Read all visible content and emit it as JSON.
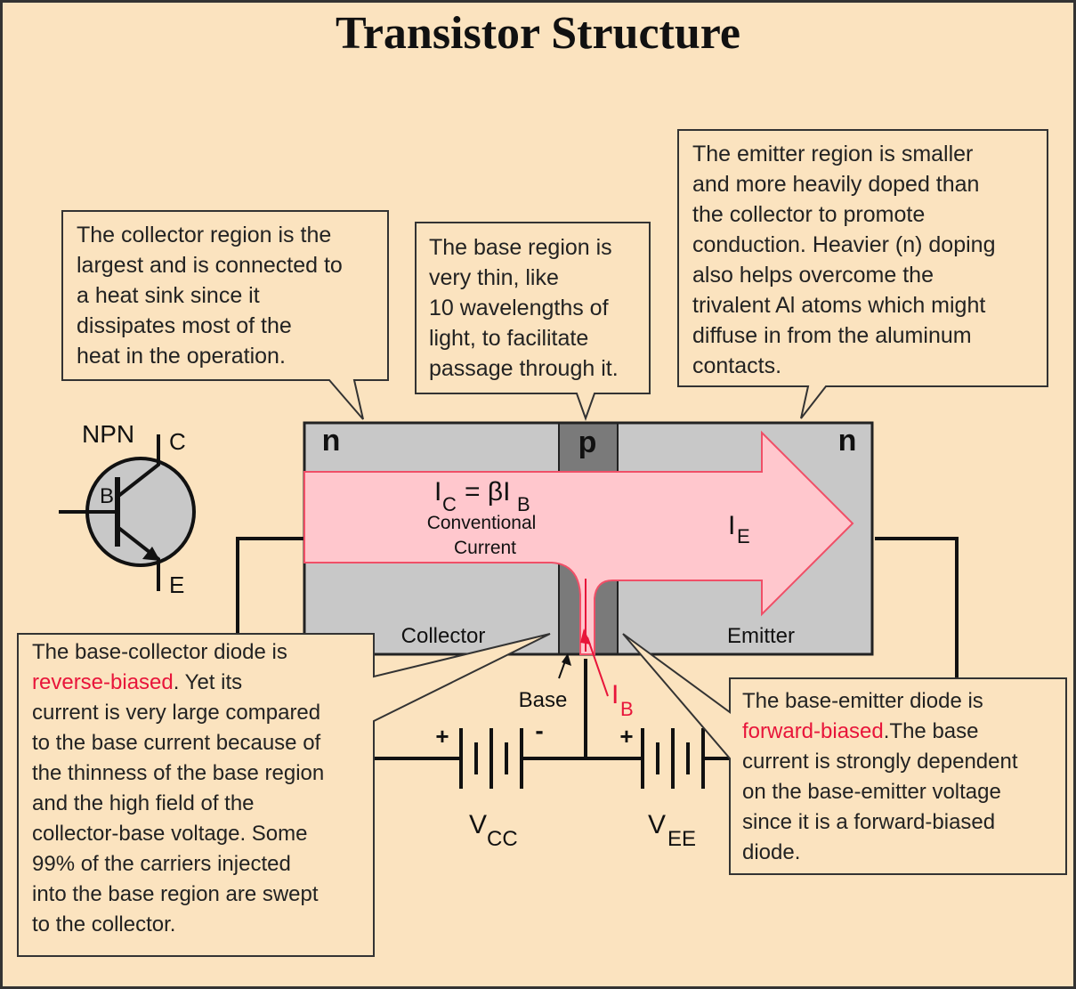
{
  "title": "Transistor Structure",
  "colors": {
    "background": "#fbe3bf",
    "callout_fill": "#fbe3bf",
    "n_region": "#c8c8c8",
    "p_region": "#7a7a7a",
    "current_arrow": "#ffc7cd",
    "current_arrow_stroke": "#f04f67",
    "highlight": "#e8153a"
  },
  "callouts": {
    "collector": {
      "lines": [
        "The collector region is the",
        "largest and is connected to",
        "a heat sink since it",
        "dissipates most of the",
        "heat in the operation."
      ]
    },
    "base": {
      "lines": [
        "The base region is",
        "very thin, like",
        "10 wavelengths of",
        "light, to facilitate",
        "passage through it."
      ]
    },
    "emitter": {
      "lines": [
        "The emitter region is smaller",
        "and more heavily doped than",
        "the collector to promote",
        "conduction. Heavier (n) doping",
        "also helps overcome the",
        "trivalent Al atoms which might",
        "diffuse in from the aluminum",
        "contacts."
      ]
    },
    "base_collector_diode": {
      "line1": "The base-collector diode is",
      "highlight": "reverse-biased",
      "line2_rest": ". Yet its",
      "lines": [
        "current is very large compared",
        "to the base current because of",
        "the thinness of the base region",
        "and the high field of the",
        "collector-base voltage. Some",
        "99% of the carriers injected",
        "into the base region are swept",
        "to the collector."
      ]
    },
    "base_emitter_diode": {
      "line1": "The base-emitter diode is",
      "highlight": "forward-biased",
      "line2_rest": ".The base",
      "lines": [
        "current is strongly dependent",
        "on the base-emitter voltage",
        "since it is a forward-biased",
        "diode."
      ]
    }
  },
  "regions": {
    "collector_label": "n",
    "base_label": "p",
    "emitter_label": "n",
    "collector_name": "Collector",
    "emitter_name": "Emitter",
    "base_name": "Base"
  },
  "currents": {
    "ic": "I",
    "ic_sub": "C",
    "eq": "= βI",
    "ib_sub_in_eq": "B",
    "conventional_1": "Conventional",
    "conventional_2": "Current",
    "ie": "I",
    "ie_sub": "E",
    "ib": "I",
    "ib_sub": "B"
  },
  "symbol": {
    "type_label": "NPN",
    "c": "C",
    "b": "B",
    "e": "E"
  },
  "batteries": {
    "vcc": "V",
    "vcc_sub": "CC",
    "vee": "V",
    "vee_sub": "EE",
    "plus": "+",
    "minus": "-"
  }
}
